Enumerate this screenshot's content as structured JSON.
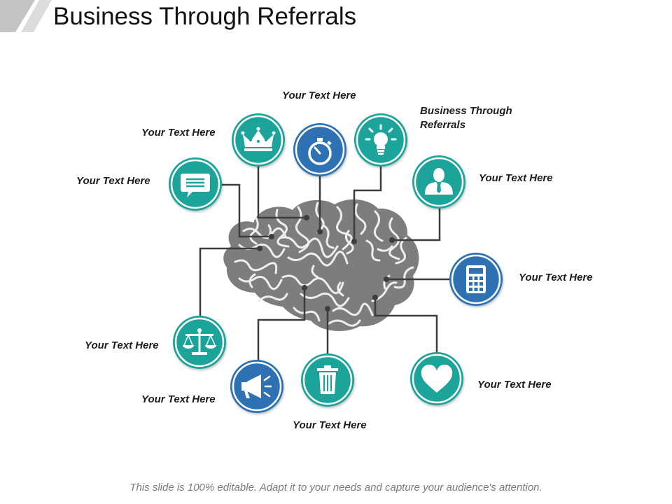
{
  "slide": {
    "title": "Business Through Referrals",
    "footer": "This slide is 100% editable. Adapt it to your needs and capture your audience's attention."
  },
  "colors": {
    "teal": "#1aa39a",
    "blue": "#2f72b4",
    "brain": "#7d7d7d",
    "connector": "#3d3d3d",
    "corner": "#bfbfbf"
  },
  "nodes": [
    {
      "id": "crown",
      "icon": "crown-icon",
      "color": "teal",
      "label": "Your Text Here"
    },
    {
      "id": "stopwatch",
      "icon": "stopwatch-icon",
      "color": "blue",
      "label": "Your Text Here"
    },
    {
      "id": "bulb",
      "icon": "light-bulb-icon",
      "color": "teal",
      "label": "Business Through Referrals"
    },
    {
      "id": "chat",
      "icon": "chat-bubble-icon",
      "color": "teal",
      "label": "Your Text Here"
    },
    {
      "id": "user",
      "icon": "businessman-icon",
      "color": "teal",
      "label": "Your Text Here"
    },
    {
      "id": "calculator",
      "icon": "calculator-icon",
      "color": "blue",
      "label": "Your Text Here"
    },
    {
      "id": "scales",
      "icon": "scales-icon",
      "color": "teal",
      "label": "Your Text Here"
    },
    {
      "id": "megaphone",
      "icon": "megaphone-icon",
      "color": "blue",
      "label": "Your Text Here"
    },
    {
      "id": "trash",
      "icon": "trash-can-icon",
      "color": "teal",
      "label": "Your Text Here"
    },
    {
      "id": "heart",
      "icon": "heart-icon",
      "color": "teal",
      "label": "Your Text Here"
    }
  ]
}
